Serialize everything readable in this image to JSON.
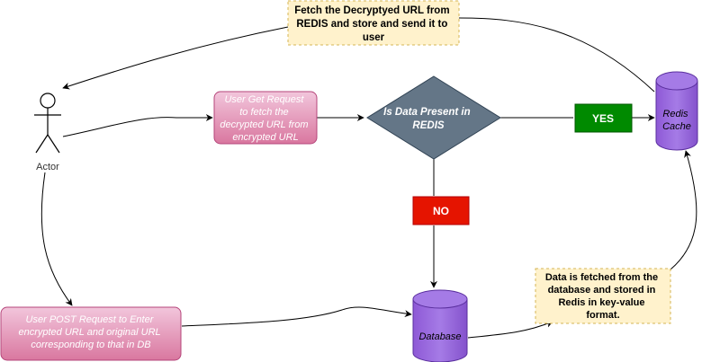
{
  "nodes": {
    "actor": {
      "label": "Actor"
    },
    "fetch_note": {
      "lines": [
        "Fetch the Decryptyed URL from",
        "REDIS and store and send it to",
        "user"
      ]
    },
    "get_request": {
      "lines": [
        "User Get Request",
        "to fetch the",
        "decrypted URL from",
        "encrypted URL"
      ]
    },
    "decision": {
      "lines": [
        "Is Data Present in",
        "REDIS"
      ]
    },
    "yes_label": {
      "text": "YES"
    },
    "no_label": {
      "text": "NO"
    },
    "redis": {
      "lines": [
        "Redis",
        "Cache"
      ]
    },
    "database": {
      "label": "Database"
    },
    "post_request": {
      "lines": [
        "User POST Request to Enter",
        "encrypted URL and original URL",
        "corresponding to that in DB"
      ]
    },
    "store_note": {
      "lines": [
        "Data is fetched from the",
        "database and stored in",
        "Redis in key-value",
        "format."
      ]
    }
  },
  "colors": {
    "note_fill": "#fff2cc",
    "note_stroke": "#d6b656",
    "pink_fill": "#e6a0c4",
    "pink_stroke": "#b5457a",
    "decision_fill": "#647687",
    "decision_stroke": "#314354",
    "yes_fill": "#008a00",
    "yes_stroke": "#005700",
    "no_fill": "#e51400",
    "no_stroke": "#b20000",
    "cylinder_fill": "#9966dd",
    "cylinder_stroke": "#5a2f9e"
  }
}
